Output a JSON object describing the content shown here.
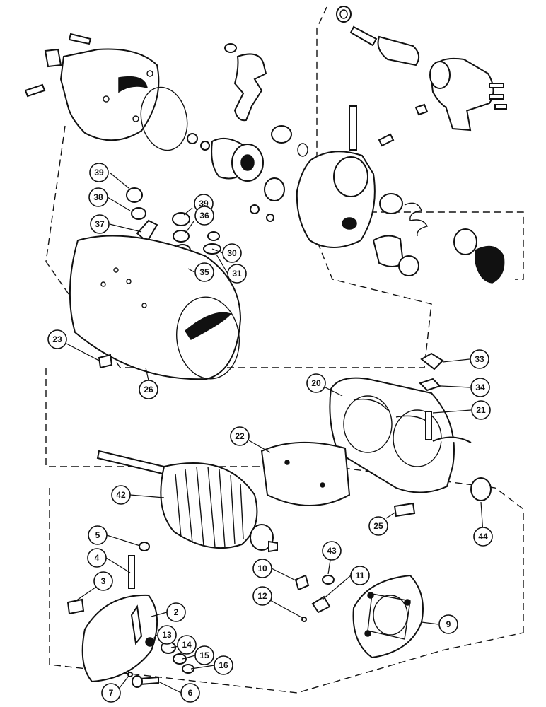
{
  "callouts": [
    {
      "id": "c39a",
      "label": "39"
    },
    {
      "id": "c38",
      "label": "38"
    },
    {
      "id": "c37",
      "label": "37"
    },
    {
      "id": "c39b",
      "label": "39"
    },
    {
      "id": "c36",
      "label": "36"
    },
    {
      "id": "c30",
      "label": "30"
    },
    {
      "id": "c31",
      "label": "31"
    },
    {
      "id": "c35",
      "label": "35"
    },
    {
      "id": "c23",
      "label": "23"
    },
    {
      "id": "c26",
      "label": "26"
    },
    {
      "id": "c33",
      "label": "33"
    },
    {
      "id": "c34",
      "label": "34"
    },
    {
      "id": "c20",
      "label": "20"
    },
    {
      "id": "c21",
      "label": "21"
    },
    {
      "id": "c22",
      "label": "22"
    },
    {
      "id": "c42",
      "label": "42"
    },
    {
      "id": "c25",
      "label": "25"
    },
    {
      "id": "c44",
      "label": "44"
    },
    {
      "id": "c5",
      "label": "5"
    },
    {
      "id": "c4",
      "label": "4"
    },
    {
      "id": "c43",
      "label": "43"
    },
    {
      "id": "c3",
      "label": "3"
    },
    {
      "id": "c10",
      "label": "10"
    },
    {
      "id": "c11",
      "label": "11"
    },
    {
      "id": "c12",
      "label": "12"
    },
    {
      "id": "c2",
      "label": "2"
    },
    {
      "id": "c9",
      "label": "9"
    },
    {
      "id": "c13",
      "label": "13"
    },
    {
      "id": "c14",
      "label": "14"
    },
    {
      "id": "c15",
      "label": "15"
    },
    {
      "id": "c16",
      "label": "16"
    },
    {
      "id": "c7",
      "label": "7"
    },
    {
      "id": "c6",
      "label": "6"
    }
  ]
}
